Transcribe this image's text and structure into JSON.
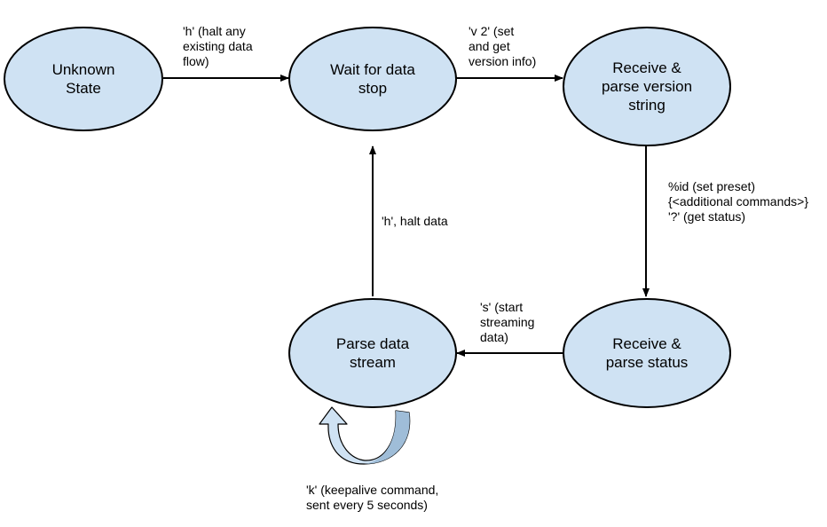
{
  "diagram": {
    "type": "state-machine",
    "colors": {
      "node_fill": "#cfe2f3",
      "node_stroke": "#000000",
      "edge": "#000000",
      "loop_fill": "#cfe2f3"
    },
    "nodes": [
      {
        "id": "unknown",
        "label": "Unknown\nState"
      },
      {
        "id": "wait",
        "label": "Wait for data\nstop"
      },
      {
        "id": "version",
        "label": "Receive &\nparse version\nstring"
      },
      {
        "id": "status",
        "label": "Receive &\nparse status"
      },
      {
        "id": "stream",
        "label": "Parse data\nstream"
      }
    ],
    "edges": [
      {
        "from": "unknown",
        "to": "wait",
        "label": "'h' (halt any\nexisting data\nflow)"
      },
      {
        "from": "wait",
        "to": "version",
        "label": "'v 2' (set\nand get\nversion info)"
      },
      {
        "from": "version",
        "to": "status",
        "label": "%id (set preset)\n{<additional commands>}\n'?' (get status)"
      },
      {
        "from": "status",
        "to": "stream",
        "label": "'s' (start\nstreaming\ndata)"
      },
      {
        "from": "stream",
        "to": "wait",
        "label": "'h', halt data"
      },
      {
        "from": "stream",
        "to": "stream",
        "label": "'k' (keepalive command,\nsent every 5 seconds)"
      }
    ]
  }
}
